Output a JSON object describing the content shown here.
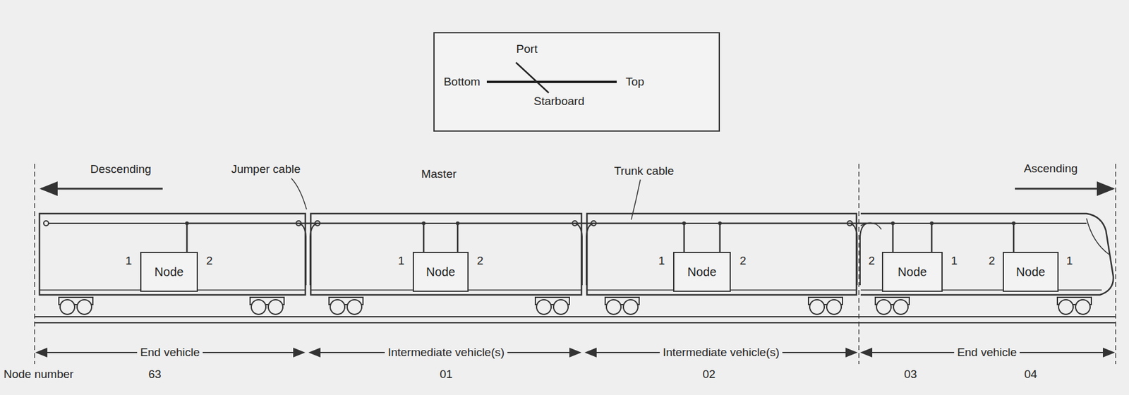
{
  "diagram": {
    "nodes": [
      {
        "text": [
          "Port",
          "Bottom",
          "Top",
          "Starboard"
        ]
      },
      {
        "text": [
          "Node"
        ]
      },
      {
        "text": [
          "Node"
        ]
      },
      {
        "text": [
          "Node"
        ]
      },
      {
        "text": [
          "Node"
        ]
      },
      {
        "text": [
          "Node"
        ]
      }
    ],
    "edges": [
      {
        "from": 1,
        "to": 2,
        "arrow": "none"
      },
      {
        "from": 2,
        "to": 3,
        "arrow": "none"
      },
      {
        "from": 3,
        "to": 4,
        "arrow": "none"
      },
      {
        "from": 4,
        "to": 5,
        "arrow": "none"
      }
    ],
    "labels": [
      "Descending",
      "Jumper cable",
      "Master",
      "Trunk cable",
      "Ascending",
      "1",
      "2",
      "1",
      "2",
      "1",
      "2",
      "2",
      "1",
      "2",
      "1",
      "End vehicle",
      "Intermediate vehicle(s)",
      "Intermediate vehicle(s)",
      "End vehicle",
      "Node number",
      "63",
      "01",
      "02",
      "03",
      "04"
    ]
  }
}
